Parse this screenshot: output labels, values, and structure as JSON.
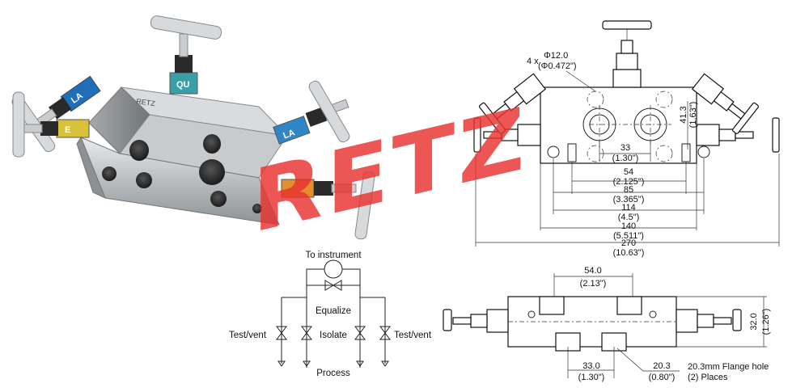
{
  "watermark": "RETZ",
  "body_mark": "RETZ",
  "photo": {
    "knob_labels": [
      "LA",
      "QU",
      "LA",
      "E"
    ]
  },
  "front_view": {
    "hole_note": {
      "count": "4 x",
      "d_mm": "Φ12.0",
      "d_in": "(Φ0.472\")"
    },
    "side_dim": {
      "mm": "41.3",
      "in": "(1.63\")"
    },
    "dims": [
      {
        "mm": "33",
        "in": "(1.30\")"
      },
      {
        "mm": "54",
        "in": "(2.125\")"
      },
      {
        "mm": "85",
        "in": "(3.365\")"
      },
      {
        "mm": "114",
        "in": "(4.5\")"
      },
      {
        "mm": "140",
        "in": "(5.511\")"
      },
      {
        "mm": "270",
        "in": "(10.63\")"
      }
    ]
  },
  "schematic": {
    "to_instrument": "To instrument",
    "equalize": "Equalize",
    "isolate": "Isolate",
    "test_vent_left": "Test/vent",
    "test_vent_right": "Test/vent",
    "process": "Process"
  },
  "bottom_view": {
    "top_dim": {
      "mm": "54.0",
      "in": "(2.13\")"
    },
    "right_dim": {
      "mm": "32.0",
      "in": "(1.26\")"
    },
    "bottom_dim": {
      "mm": "33.0",
      "in": "(1.30\")"
    },
    "flange_dim": {
      "mm": "20.3",
      "in": "(0.80\")"
    },
    "flange_note": [
      "20.3mm Flange hole",
      "(2) Places"
    ]
  }
}
